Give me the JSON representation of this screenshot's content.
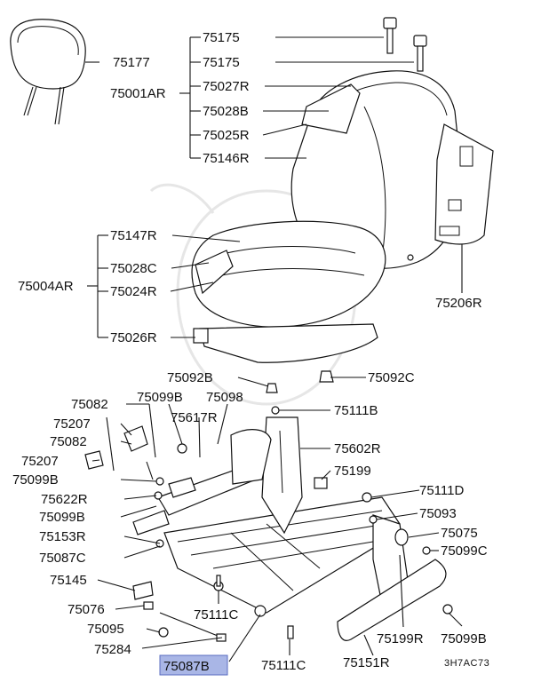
{
  "labels": {
    "p75175a": "75175",
    "p75175b": "75175",
    "p75177": "75177",
    "p75001AR": "75001AR",
    "p75027R": "75027R",
    "p75028B": "75028B",
    "p75025R": "75025R",
    "p75146R": "75146R",
    "p75147R": "75147R",
    "p75028C": "75028C",
    "p75004AR": "75004AR",
    "p75024R": "75024R",
    "p75026R": "75026R",
    "p75206R": "75206R",
    "p75092B": "75092B",
    "p75092C": "75092C",
    "p75082a": "75082",
    "p75099Ba": "75099B",
    "p75098": "75098",
    "p75207a": "75207",
    "p75617R": "75617R",
    "p75111Ba": "75111B",
    "p75082b": "75082",
    "p75602R": "75602R",
    "p75207b": "75207",
    "p75199": "75199",
    "p75099Bb": "75099B",
    "p75622R": "75622R",
    "p75111D": "75111D",
    "p75099Bc": "75099B",
    "p75093": "75093",
    "p75153R": "75153R",
    "p75075": "75075",
    "p75087C": "75087C",
    "p75099C": "75099C",
    "p75145": "75145",
    "p75076": "75076",
    "p75111C": "75111C",
    "p75095": "75095",
    "p75199R": "75199R",
    "p75099Bd": "75099B",
    "p75284": "75284",
    "p75087B": "75087B",
    "p75111Cb": "75111C",
    "p75151R": "75151R"
  },
  "diagram_code": "3H7AC73",
  "highlighted_part": "75087B",
  "colors": {
    "highlight_fill": "#a9b6e6",
    "line": "#111111",
    "watermark": "#e6e6e6"
  }
}
